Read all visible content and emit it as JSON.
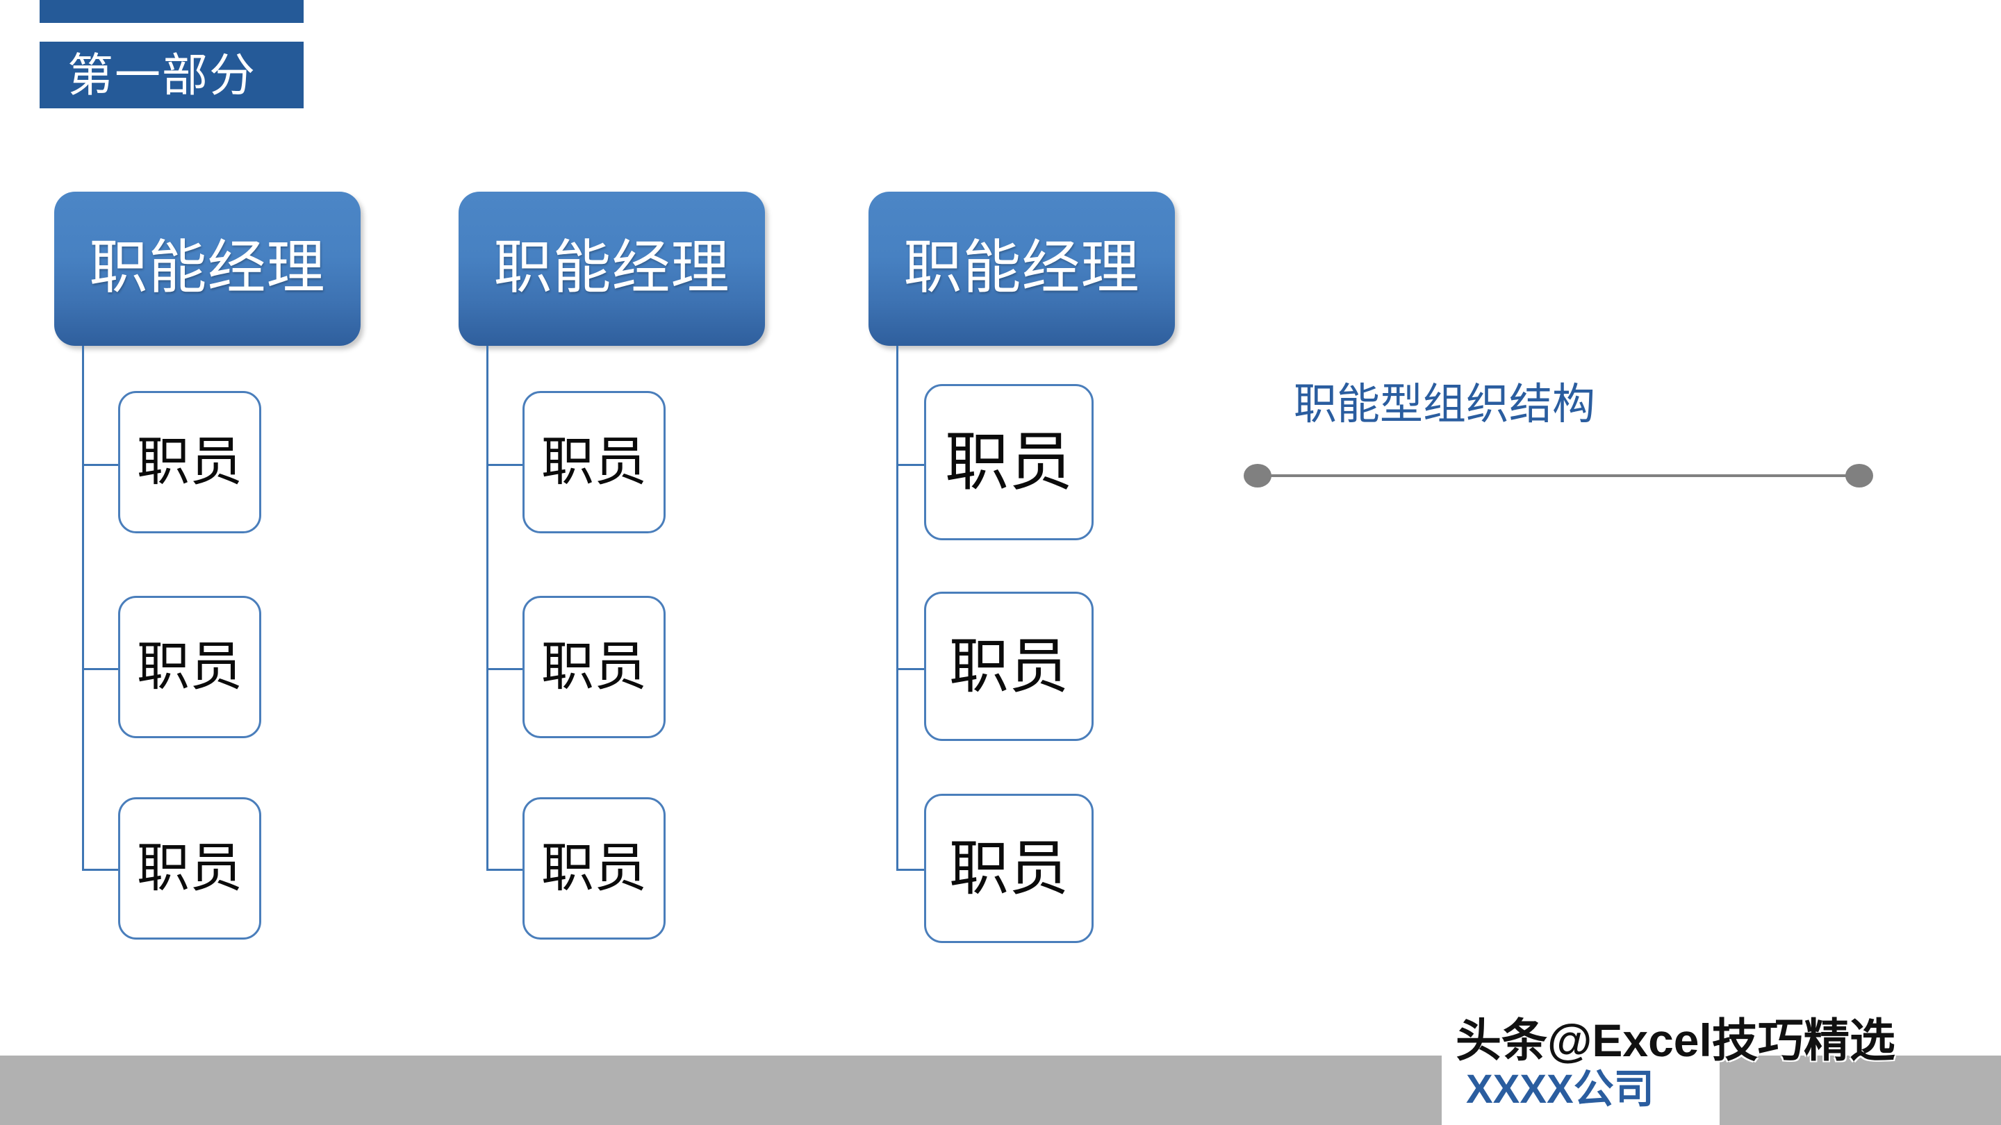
{
  "header": {
    "section_label": "第一部分"
  },
  "org_chart": {
    "columns": [
      {
        "manager": "职能经理",
        "staff": [
          "职员",
          "职员",
          "职员"
        ]
      },
      {
        "manager": "职能经理",
        "staff": [
          "职员",
          "职员",
          "职员"
        ]
      },
      {
        "manager": "职能经理",
        "staff": [
          "职员",
          "职员",
          "职员"
        ]
      }
    ]
  },
  "annotation": {
    "label": "职能型组织结构"
  },
  "footer": {
    "company": "XXXX公司",
    "watermark": "头条@Excel技巧精选"
  },
  "colors": {
    "brand_blue": "#255a98",
    "manager_gradient_top": "#4c86c6",
    "manager_gradient_bottom": "#2f5f9d",
    "connector_blue": "#3f76b4",
    "staff_border": "#4a7ebb",
    "annotation_text": "#2a5d9f",
    "annotation_line": "#808080",
    "footer_bar": "#b1b1b1"
  }
}
